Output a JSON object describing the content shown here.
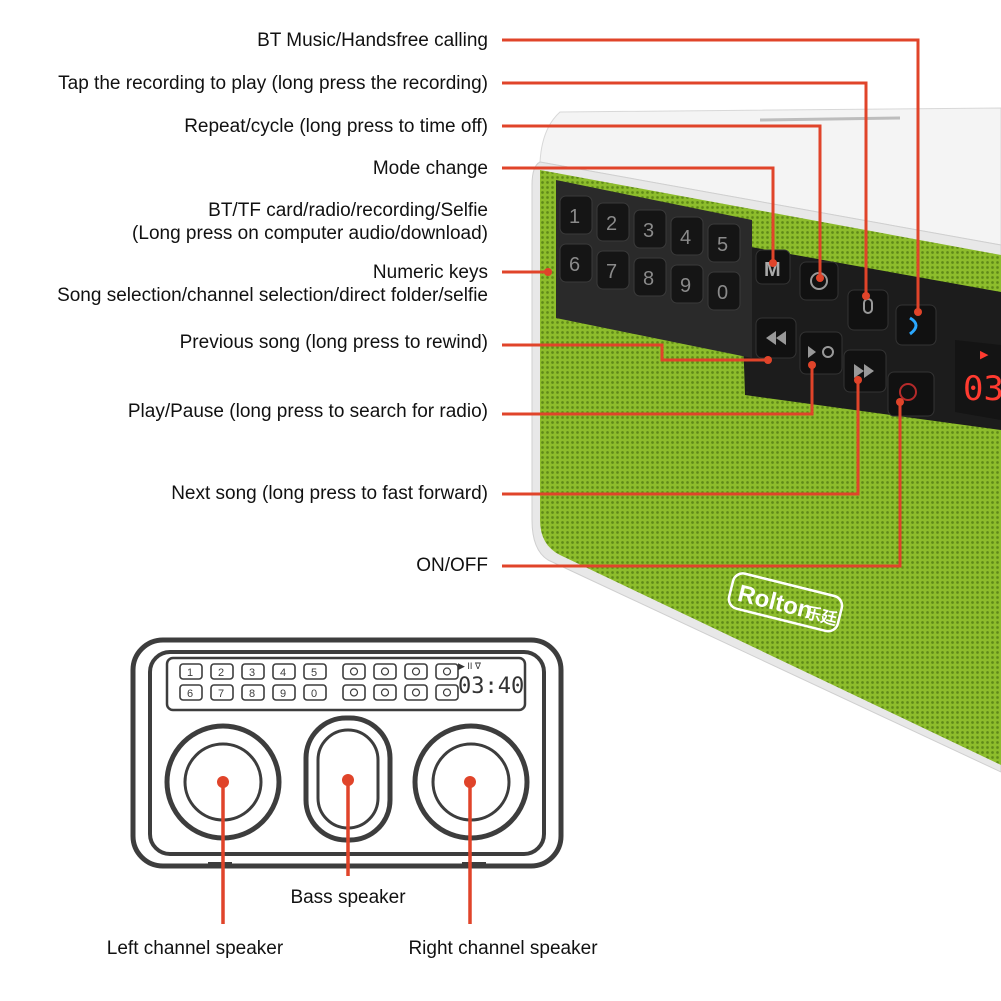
{
  "callouts": {
    "bt_music": "BT Music/Handsfree calling",
    "tap_recording": "Tap the recording to play (long press the recording)",
    "repeat_cycle": "Repeat/cycle (long press to time off)",
    "mode_change": "Mode change",
    "source_line1": "BT/TF card/radio/recording/Selfie",
    "source_line2": "(Long press on computer audio/download)",
    "numeric_line1": "Numeric keys",
    "numeric_line2": "Song selection/channel selection/direct folder/selfie",
    "previous_song": "Previous song (long press to rewind)",
    "play_pause": "Play/Pause (long press to search for radio)",
    "next_song": "Next song (long press to fast forward)",
    "on_off": "ON/OFF",
    "bass_speaker": "Bass speaker",
    "left_speaker": "Left channel speaker",
    "right_speaker": "Right channel speaker"
  },
  "device": {
    "brand": "Rolton",
    "brand_cn": "乐廷",
    "numeric_keys": [
      "1",
      "2",
      "3",
      "4",
      "5",
      "6",
      "7",
      "8",
      "9",
      "0"
    ],
    "mode_key": "M",
    "display_digits": "03",
    "schematic_display": "03:40",
    "schematic_indicators": "▶ II  ᐁ"
  },
  "colors": {
    "accent_line": "#e0442a",
    "speaker_green": "#8fbf2e",
    "key_black": "#1b1b1b",
    "outline_gray": "#444444"
  }
}
